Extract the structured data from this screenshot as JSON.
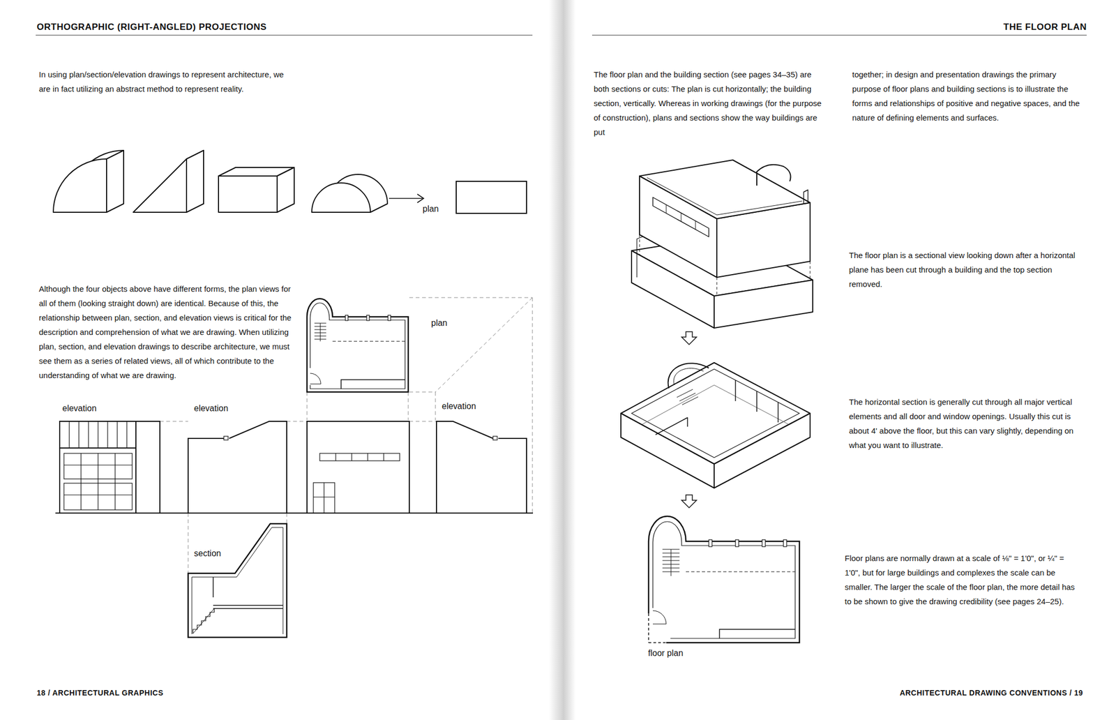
{
  "diagram": {
    "labels": [
      "ORTHOGRAPHIC (RIGHT-ANGLED) PROJECTIONS",
      "In using plan/section/elevation drawings to represent architecture, we are in fact utilizing an abstract method to represent reality.",
      "plan",
      "Although the four objects above have different forms, the plan views for all of them (looking straight down) are identical. Because of this, the relationship between plan, section, and elevation views is critical for the description and comprehension of what we are drawing. When utilizing plan, section, and elevation drawings to describe architecture, we must see them as a series of related views, all of which contribute to the understanding of what we are drawing.",
      "plan",
      "elevation",
      "elevation",
      "elevation",
      "section",
      "18 / ARCHITECTURAL GRAPHICS",
      "THE FLOOR PLAN",
      "The floor plan and the building section (see pages 34–35) are both sections or cuts: The plan is cut horizontally; the building section, vertically. Whereas in working drawings (for the purpose of construction), plans and sections show the way buildings are put",
      "together; in design and presentation drawings the primary purpose of floor plans and building sections is to illustrate the forms and relationships of positive and negative spaces, and the nature of defining elements and surfaces.",
      "The floor plan is a sectional view looking down after a horizontal plane has been cut through a building and the top section removed.",
      "The horizontal section is generally cut through all major vertical elements and all door and window openings. Usually this cut is about 4' above the floor, but this can vary slightly, depending on what you want to illustrate.",
      "Floor plans are normally drawn at a scale of ⅛\" = 1'0\", or ¼\" = 1'0\", but for large buildings and complexes the scale can be smaller. The larger the scale of the floor plan, the more detail has to be shown to give the drawing credibility (see pages 24–25).",
      "floor plan",
      "ARCHITECTURAL DRAWING CONVENTIONS / 19"
    ]
  }
}
